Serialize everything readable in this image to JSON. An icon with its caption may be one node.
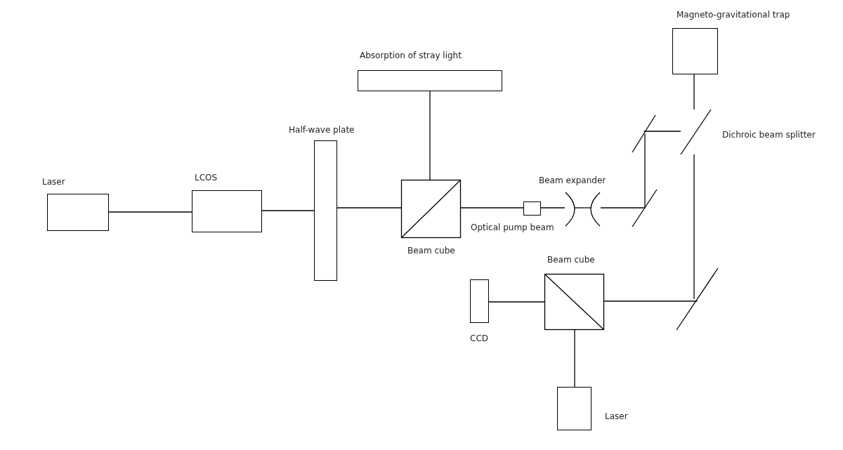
{
  "diagram": {
    "nodes": [
      {
        "text": [
          "Laser"
        ]
      },
      {
        "text": [
          "LCOS"
        ]
      },
      {
        "text": [
          "Half-wave plate"
        ]
      },
      {
        "text": [
          "Beam cube"
        ]
      },
      {
        "text": [
          "Absorption of stray light"
        ]
      },
      {
        "text": [],
        "shape": "box"
      },
      {
        "text": [],
        "shape": "lens"
      },
      {
        "text": [],
        "shape": "lens"
      },
      {
        "text": [],
        "shape": "mirror"
      },
      {
        "text": [],
        "shape": "mirror"
      },
      {
        "text": [
          "Dichroic beam splitter"
        ]
      },
      {
        "text": [
          "Magneto-gravitational trap"
        ]
      },
      {
        "text": [],
        "shape": "mirror"
      },
      {
        "text": [
          "Beam cube"
        ]
      },
      {
        "text": [
          "CCD"
        ]
      },
      {
        "text": [
          "Laser"
        ]
      }
    ],
    "edges": [
      {
        "from": 0,
        "to": 1,
        "arrow": "none"
      },
      {
        "from": 1,
        "to": 2,
        "arrow": "none"
      },
      {
        "from": 2,
        "to": 3,
        "arrow": "none"
      },
      {
        "from": 3,
        "to": 4,
        "arrow": "none"
      },
      {
        "from": 3,
        "to": 5,
        "arrow": "none"
      },
      {
        "from": 5,
        "to": 6,
        "arrow": "none"
      },
      {
        "from": 6,
        "to": 7,
        "arrow": "none"
      },
      {
        "from": 7,
        "to": 8,
        "arrow": "none"
      },
      {
        "from": 8,
        "to": 9,
        "arrow": "none"
      },
      {
        "from": 9,
        "to": 10,
        "arrow": "none"
      },
      {
        "from": 10,
        "to": 11,
        "arrow": "none"
      },
      {
        "from": 10,
        "to": 12,
        "arrow": "none"
      },
      {
        "from": 12,
        "to": 13,
        "arrow": "none"
      },
      {
        "from": 13,
        "to": 14,
        "arrow": "none"
      },
      {
        "from": 13,
        "to": 15,
        "arrow": "none"
      }
    ],
    "labels": [
      "Beam expander",
      "Optical pump beam"
    ]
  }
}
